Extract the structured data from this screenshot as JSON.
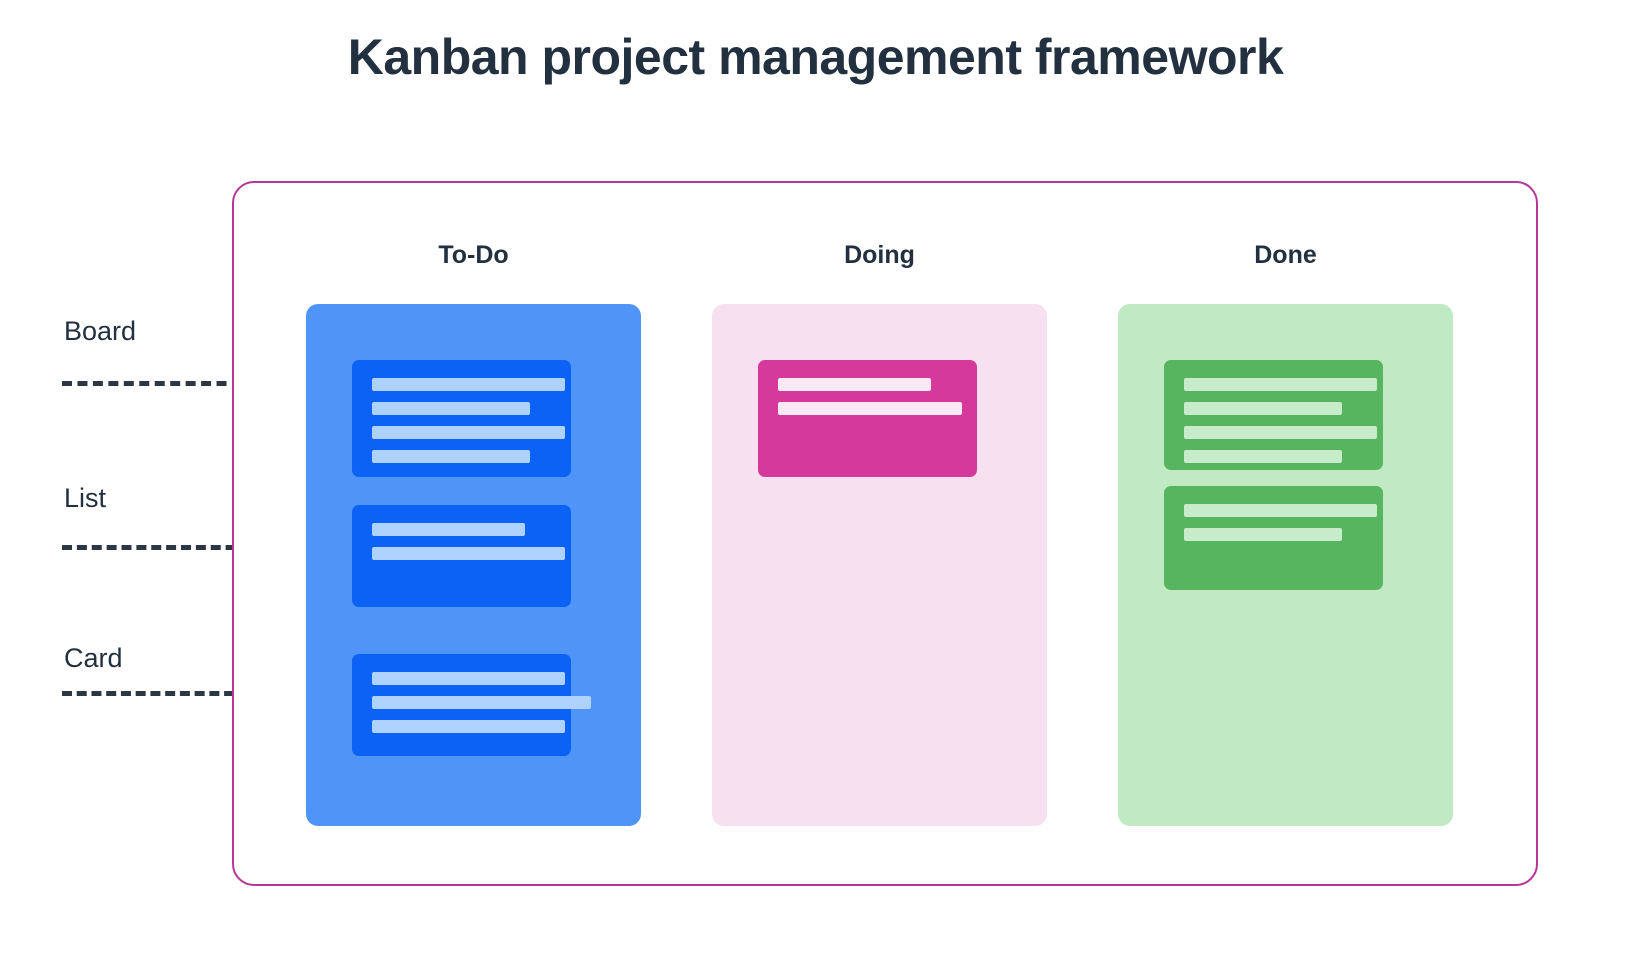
{
  "title": "Kanban project management framework",
  "colors": {
    "title_text": "#22303f",
    "board_border": "#b5379a",
    "todo_column": "#4f94f7",
    "todo_card": "#0c62f4",
    "todo_card_line": "#aed2fb",
    "doing_column": "#f7e0f0",
    "doing_card": "#d5399b",
    "doing_card_line": "#fae9f5",
    "done_column": "#bfeac3",
    "done_card": "#57b45f",
    "done_card_line": "#c8ebc9",
    "leader_line": "#2c3645"
  },
  "annotations": [
    {
      "label": "Board"
    },
    {
      "label": "List"
    },
    {
      "label": "Card"
    }
  ],
  "board": {
    "columns": [
      {
        "header": "To-Do",
        "cards": [
          {
            "lines": [
              88,
              72,
              88,
              72
            ]
          },
          {
            "lines": [
              70,
              88
            ]
          },
          {
            "lines": [
              88,
              100,
              88
            ]
          }
        ]
      },
      {
        "header": "Doing",
        "cards": [
          {
            "lines": [
              70,
              84
            ]
          }
        ]
      },
      {
        "header": "Done",
        "cards": [
          {
            "lines": [
              88,
              72,
              88,
              72
            ]
          },
          {
            "lines": [
              88,
              72
            ]
          }
        ]
      }
    ]
  }
}
